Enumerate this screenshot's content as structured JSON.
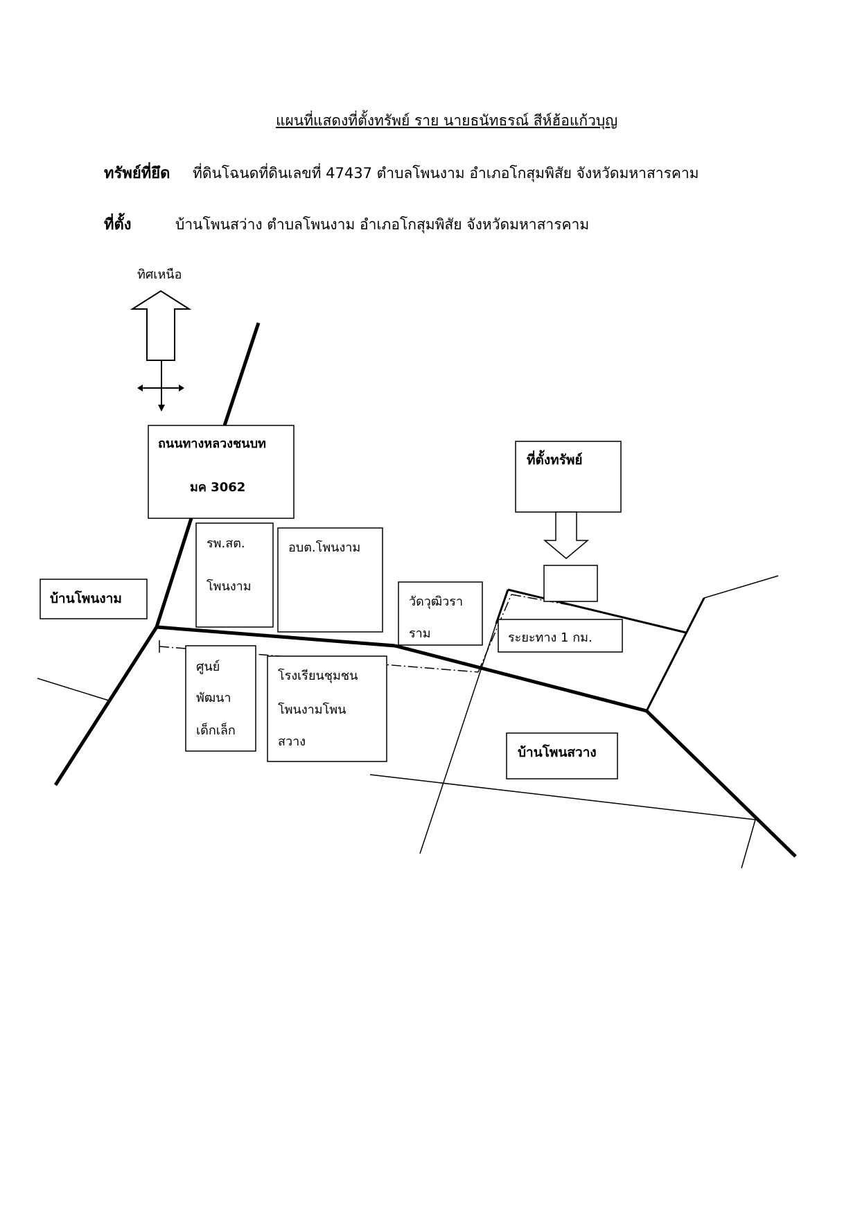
{
  "title": "แผนที่แสดงที่ตั้งทรัพย์  ราย นายธนัทธรณ์  สีห์ฮ้อแก้วบุญ",
  "asset": {
    "label": "ทรัพย์ที่ยึด",
    "text": "ที่ดินโฉนดที่ดินเลขที่ 47437 ตำบลโพนงาม อำเภอโกสุมพิสัย จังหวัดมหาสารคาม"
  },
  "location": {
    "label": "ที่ตั้ง",
    "text": "บ้านโพนสว่าง ตำบลโพนงาม อำเภอโกสุมพิสัย จังหวัดมหาสารคาม"
  },
  "map": {
    "north_label": "ทิศเหนือ",
    "road_box": {
      "line1": "ถนนทางหลวงชนบท",
      "line2": "มค 3062"
    },
    "property_box": "ที่ตั้งทรัพย์",
    "ban_phon_ngam": "บ้านโพนงาม",
    "health_center": {
      "line1": "รพ.สต.",
      "line2": "โพนงาม"
    },
    "sao": "อบต.โพนงาม",
    "temple": {
      "line1": "วัดวุฒิวรา",
      "line2": "ราม"
    },
    "distance": "ระยะทาง 1 กม.",
    "child_center": {
      "line1": "ศูนย์",
      "line2": "พัฒนา",
      "line3": "เด็กเล็ก"
    },
    "school": {
      "line1": "โรงเรียนชุมชน",
      "line2": "โพนงามโพน",
      "line3": "สวาง"
    },
    "ban_phon_sawang": "บ้านโพนสวาง"
  }
}
